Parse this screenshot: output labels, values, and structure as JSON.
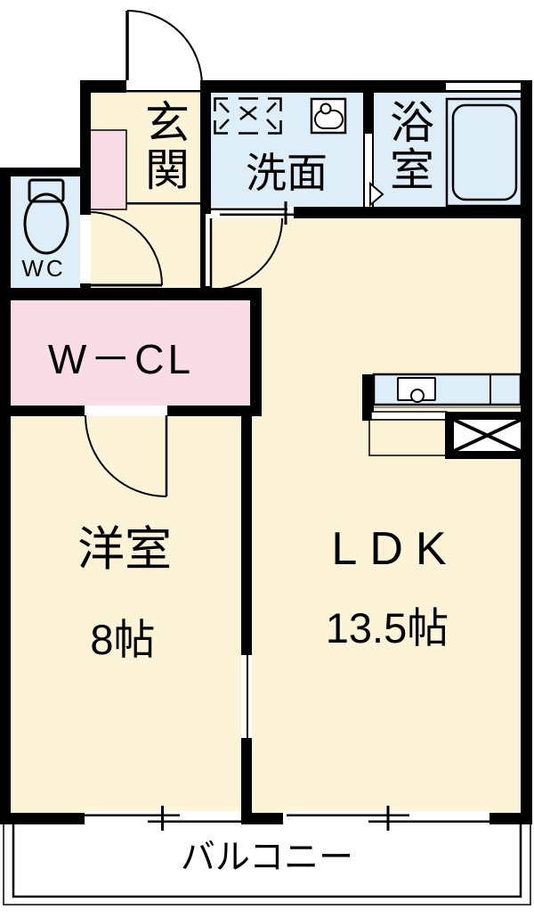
{
  "floorplan": {
    "rooms": {
      "genkan": {
        "label": "玄\n関"
      },
      "wc": {
        "label": "WC"
      },
      "senmen": {
        "label": "洗面"
      },
      "bathroom": {
        "label": "浴\n室"
      },
      "walk_in_closet": {
        "label": "W－CL"
      },
      "western_room": {
        "label": "洋室",
        "size": "8帖"
      },
      "ldk": {
        "label": "LDK",
        "size": "13.5帖"
      },
      "balcony": {
        "label": "バルコニー"
      }
    },
    "fixtures": {
      "toilet": "toilet-icon",
      "washing_machine_pan": "washing-machine-pan-icon",
      "wash_basin": "wash-basin-icon",
      "bathtub": "bathtub-icon",
      "kitchen_counter": "kitchen-counter-icon",
      "refrigerator_space": "crossed-box-icon"
    },
    "colors": {
      "floor": "#fdf3d7",
      "wet_area": "#ddeef8",
      "closet_pink": "#fadce6",
      "wall": "#000000",
      "white": "#ffffff"
    }
  }
}
